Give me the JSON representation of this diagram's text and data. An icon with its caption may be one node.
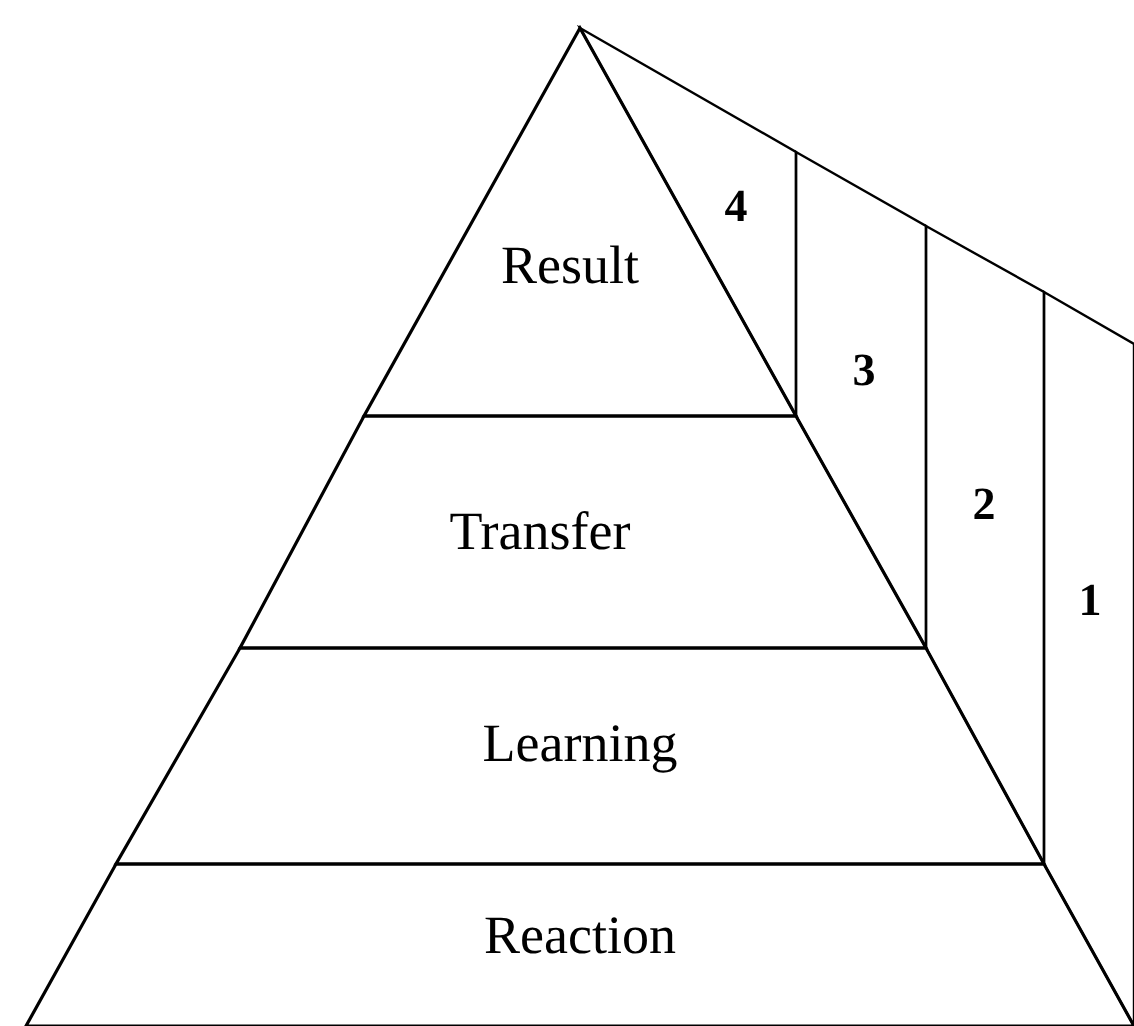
{
  "diagram": {
    "nodes": [
      {
        "text": [
          "Result"
        ]
      },
      {
        "text": [
          "Transfer"
        ]
      },
      {
        "text": [
          "Learning"
        ]
      },
      {
        "text": [
          "Reaction"
        ]
      },
      {
        "text": [
          "4"
        ]
      },
      {
        "text": [
          "3"
        ]
      },
      {
        "text": [
          "2"
        ]
      },
      {
        "text": [
          "1"
        ]
      }
    ],
    "edges": []
  }
}
